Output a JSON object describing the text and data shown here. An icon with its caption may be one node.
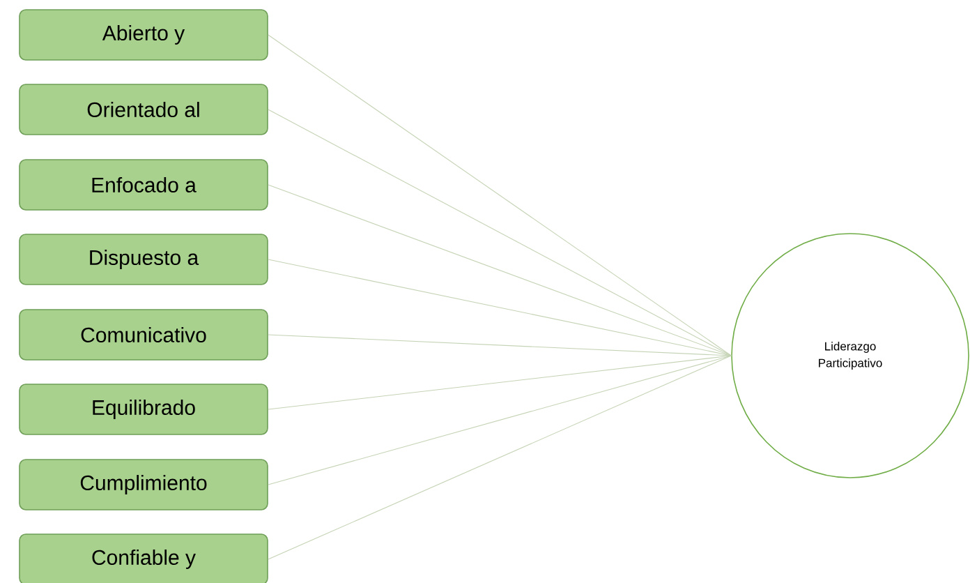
{
  "diagram": {
    "nodes": [
      {
        "text": [
          "Abierto y"
        ]
      },
      {
        "text": [
          "Orientado al"
        ]
      },
      {
        "text": [
          "Enfocado a"
        ]
      },
      {
        "text": [
          "Dispuesto a"
        ]
      },
      {
        "text": [
          "Comunicativo"
        ]
      },
      {
        "text": [
          "Equilibrado"
        ]
      },
      {
        "text": [
          "Cumplimiento"
        ]
      },
      {
        "text": [
          "Confiable y"
        ]
      },
      {
        "text": [
          "Liderazgo Participativo"
        ]
      }
    ],
    "edges": [
      {
        "from": 0,
        "to": 8,
        "arrow": "none"
      },
      {
        "from": 1,
        "to": 8,
        "arrow": "none"
      },
      {
        "from": 2,
        "to": 8,
        "arrow": "none"
      },
      {
        "from": 3,
        "to": 8,
        "arrow": "none"
      },
      {
        "from": 4,
        "to": 8,
        "arrow": "none"
      },
      {
        "from": 5,
        "to": 8,
        "arrow": "none"
      },
      {
        "from": 6,
        "to": 8,
        "arrow": "none"
      },
      {
        "from": 7,
        "to": 8,
        "arrow": "none"
      }
    ]
  }
}
